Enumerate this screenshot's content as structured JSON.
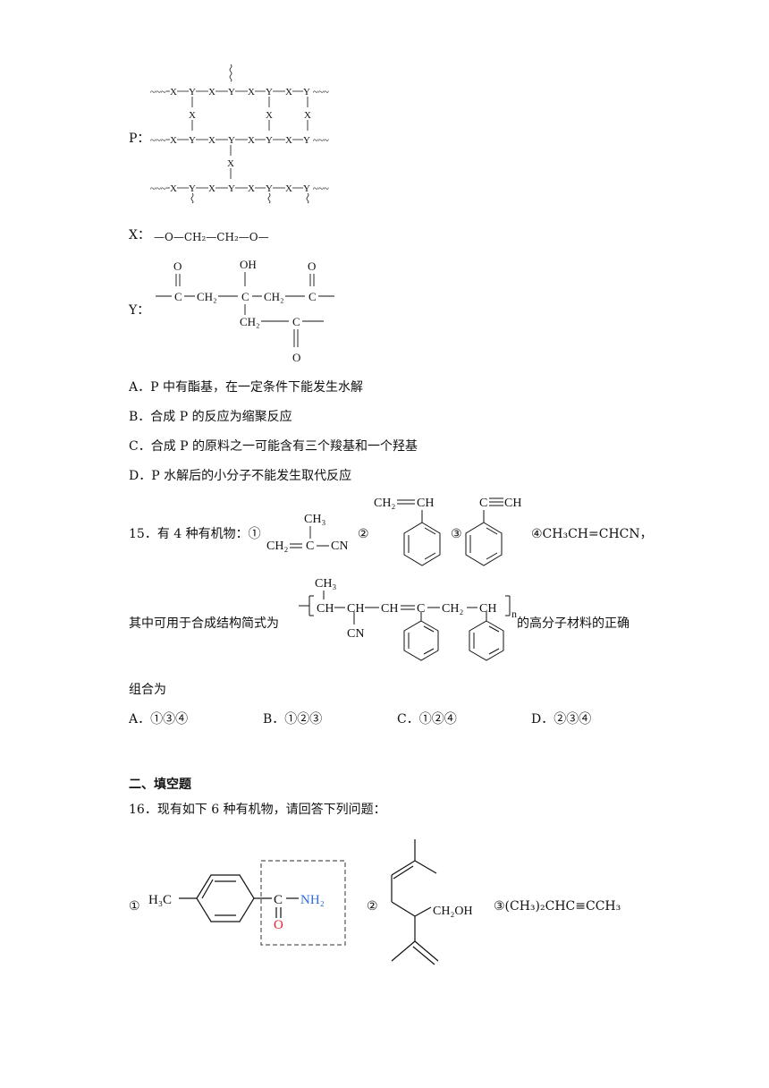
{
  "q14": {
    "P_label": "P：",
    "X_label": "X：",
    "X_formula": "—O—CH₂—CH₂—O—",
    "Y_label": "Y：",
    "options": [
      "A．P 中有酯基，在一定条件下能发生水解",
      "B．合成 P 的反应为缩聚反应",
      "C．合成 P 的原料之一可能含有三个羧基和一个羟基",
      "D．P 水解后的小分子不能发生取代反应"
    ]
  },
  "q15": {
    "stem_prefix": "15．有 4 种有机物：①",
    "num2": "②",
    "num3": "③",
    "item4": "④CH₃CH=CHCN，",
    "line2_prefix": "其中可用于合成结构简式为",
    "line2_suffix": "的高分子材料的正确",
    "line3": "组合为",
    "options": [
      "A．①③④",
      "B．①②③",
      "C．①②④",
      "D．②③④"
    ]
  },
  "section2": {
    "title": "二、填空题"
  },
  "q16": {
    "stem": "16．现有如下 6 种有机物，请回答下列问题：",
    "num1": "①",
    "num2": "②",
    "item3": "③(CH₃)₂CHC≡CCH₃"
  },
  "chem_text": {
    "X": "X",
    "Y": "Y",
    "wave": "~~~",
    "O": "O",
    "OH": "OH",
    "C": "C",
    "CH2": "CH₂",
    "CH": "CH",
    "CH3": "CH₃",
    "CN": "CN",
    "n": "n",
    "H3C": "H₃C",
    "NH2": "NH₂",
    "CH2OH": "CH₂OH"
  },
  "colors": {
    "text": "#111111",
    "amide_O": "#e8212a",
    "amide_N": "#2f6fd6",
    "dashed_box": "#555555"
  }
}
